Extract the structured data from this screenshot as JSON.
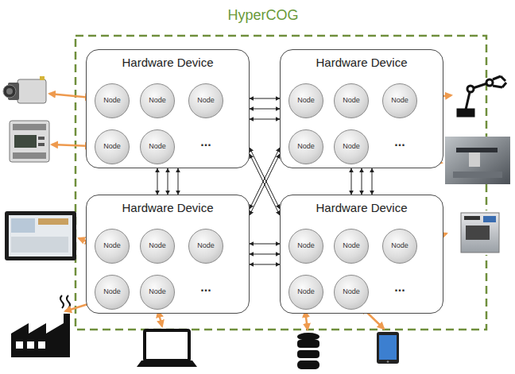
{
  "diagram": {
    "title": "HyperCOG",
    "nodes": [
      {
        "text": [
          "Hardware Device"
        ]
      },
      {
        "text": [
          "Node"
        ],
        "in": 0
      },
      {
        "text": [
          "Node"
        ],
        "in": 0
      },
      {
        "text": [
          "Node"
        ],
        "in": 0
      },
      {
        "text": [
          "Node"
        ],
        "in": 0
      },
      {
        "text": [
          "Node"
        ],
        "in": 0
      },
      {
        "text": [
          "Hardware Device"
        ]
      },
      {
        "text": [
          "Node"
        ],
        "in": 6
      },
      {
        "text": [
          "Node"
        ],
        "in": 6
      },
      {
        "text": [
          "Node"
        ],
        "in": 6
      },
      {
        "text": [
          "Node"
        ],
        "in": 6
      },
      {
        "text": [
          "Node"
        ],
        "in": 6
      },
      {
        "text": [
          "Hardware Device"
        ]
      },
      {
        "text": [
          "Node"
        ],
        "in": 12
      },
      {
        "text": [
          "Node"
        ],
        "in": 12
      },
      {
        "text": [
          "Node"
        ],
        "in": 12
      },
      {
        "text": [
          "Node"
        ],
        "in": 12
      },
      {
        "text": [
          "Node"
        ],
        "in": 12
      },
      {
        "text": [
          "Hardware Device"
        ]
      },
      {
        "text": [
          "Node"
        ],
        "in": 18
      },
      {
        "text": [
          "Node"
        ],
        "in": 18
      },
      {
        "text": [
          "Node"
        ],
        "in": 18
      },
      {
        "text": [
          "Node"
        ],
        "in": 18
      },
      {
        "text": [
          "Node"
        ],
        "in": 18
      }
    ],
    "edges": [
      {
        "from": 0,
        "to": 6,
        "arrow": "both"
      },
      {
        "from": 0,
        "to": 6,
        "arrow": "both"
      },
      {
        "from": 0,
        "to": 6,
        "arrow": "both"
      },
      {
        "from": 0,
        "to": 12,
        "arrow": "both"
      },
      {
        "from": 0,
        "to": 12,
        "arrow": "both"
      },
      {
        "from": 0,
        "to": 12,
        "arrow": "both"
      },
      {
        "from": 6,
        "to": 18,
        "arrow": "both"
      },
      {
        "from": 6,
        "to": 18,
        "arrow": "both"
      },
      {
        "from": 6,
        "to": 18,
        "arrow": "both"
      },
      {
        "from": 12,
        "to": 18,
        "arrow": "both"
      },
      {
        "from": 12,
        "to": 18,
        "arrow": "both"
      },
      {
        "from": 12,
        "to": 18,
        "arrow": "both"
      },
      {
        "from": 0,
        "to": 18,
        "arrow": "both"
      },
      {
        "from": 0,
        "to": 18,
        "arrow": "both"
      },
      {
        "from": 6,
        "to": 12,
        "arrow": "both"
      },
      {
        "from": 6,
        "to": 12,
        "arrow": "both"
      }
    ],
    "labels": [
      "...",
      "...",
      "...",
      "..."
    ]
  }
}
